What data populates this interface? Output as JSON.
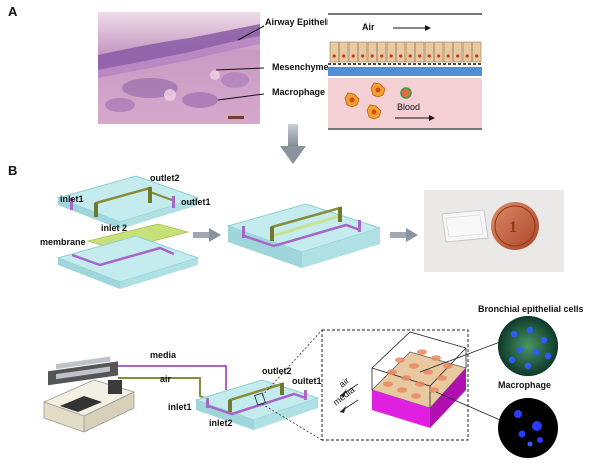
{
  "panels": {
    "a": "A",
    "b": "B"
  },
  "labels": {
    "airway_epithelium": "Airway Epithelium",
    "mesenchyme": "Mesenchyme",
    "macrophage_a": "Macrophage",
    "air_a": "Air",
    "blood": "Blood",
    "inlet1_top": "inlet1",
    "inlet2_top": "inlet 2",
    "outlet2_top": "outlet2",
    "outlet1_top": "outlet1",
    "membrane": "membrane",
    "media": "media",
    "air_bottom": "air",
    "inlet1_bottom": "inlet1",
    "inlet2_bottom": "inlet2",
    "outlet2_bottom": "outlet2",
    "outlet1_bottom": "oultet1",
    "air_zoom": "air",
    "media_zoom": "media",
    "bronchial_cells": "Bronchial epithelial cells",
    "macrophage_b": "Macrophage"
  },
  "colors": {
    "tissue_pink": "#d9a3c8",
    "tissue_purple": "#9a6cb4",
    "epithelium_tan": "#e8c9a0",
    "membrane_blue": "#4f8fd6",
    "blood_pink": "#f4d0d4",
    "chip_cyan": "#b8e6ea",
    "channel_purple": "#a865c9",
    "channel_olive": "#8a8c3a",
    "membrane_green": "#c8e07a",
    "magenta_base": "#e020e0",
    "coin_copper": "#c9603e"
  }
}
